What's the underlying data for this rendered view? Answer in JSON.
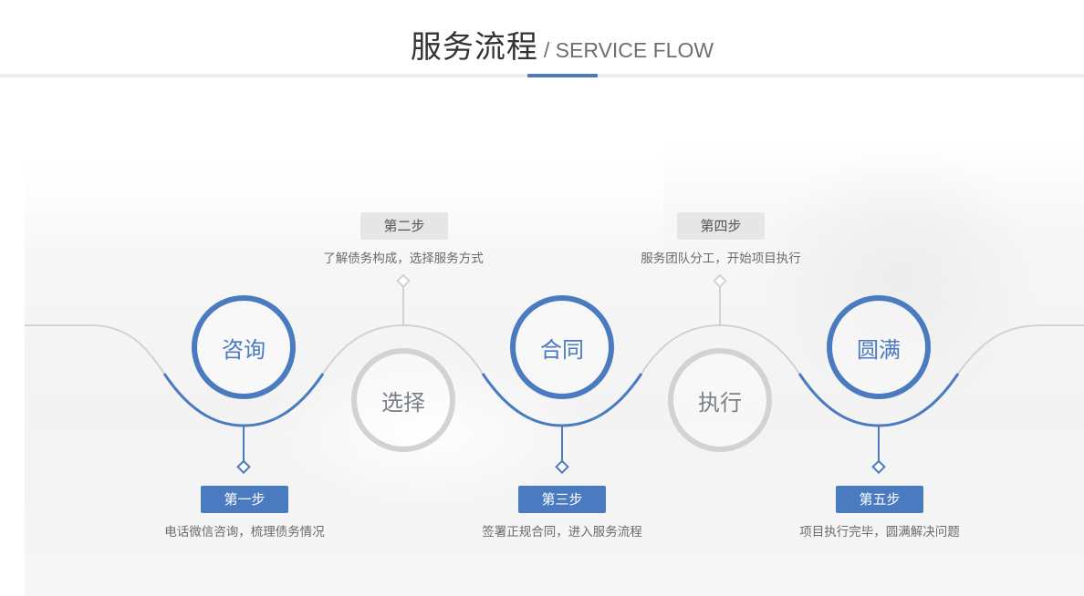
{
  "header": {
    "title_cn": "服务流程",
    "title_en": "/ SERVICE FLOW"
  },
  "colors": {
    "accent": "#4a7ac0",
    "inactive": "#d2d2d2",
    "rule": "#ececec"
  },
  "steps": [
    {
      "circle": "咨询",
      "tag": "第一步",
      "desc": "电话微信咨询，梳理债务情况",
      "style": "blue",
      "position": "bottom"
    },
    {
      "circle": "选择",
      "tag": "第二步",
      "desc": "了解债务构成，选择服务方式",
      "style": "gray",
      "position": "top"
    },
    {
      "circle": "合同",
      "tag": "第三步",
      "desc": "签署正规合同，进入服务流程",
      "style": "blue",
      "position": "bottom"
    },
    {
      "circle": "执行",
      "tag": "第四步",
      "desc": "服务团队分工，开始项目执行",
      "style": "gray",
      "position": "top"
    },
    {
      "circle": "圆满",
      "tag": "第五步",
      "desc": "项目执行完毕，圆满解决问题",
      "style": "blue",
      "position": "bottom"
    }
  ]
}
